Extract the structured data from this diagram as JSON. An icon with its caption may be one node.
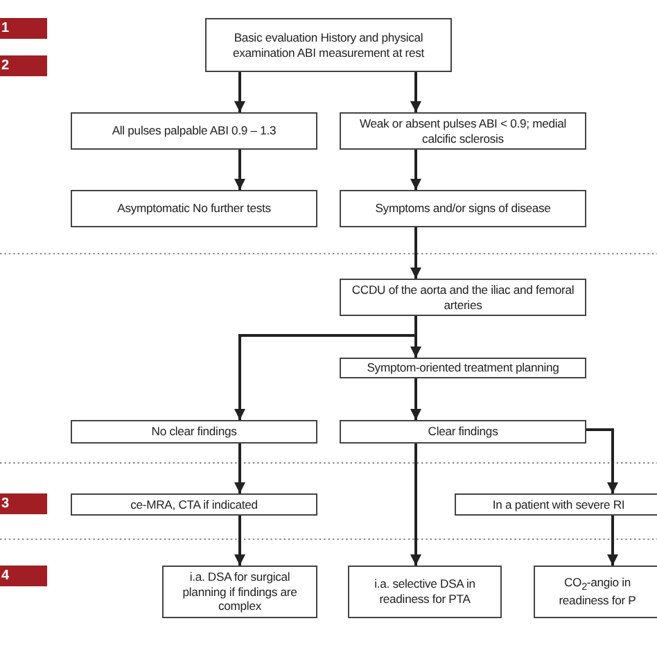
{
  "diagram": {
    "nodes": [
      {
        "text": [
          "Basic evaluation History and physical examination ABI measurement at rest"
        ]
      },
      {
        "text": [
          "All pulses palpable ABI 0.9 – 1.3"
        ]
      },
      {
        "text": [
          "Weak or absent pulses ABI < 0.9; medial calcific sclerosis"
        ]
      },
      {
        "text": [
          "Asymptomatic No further tests"
        ]
      },
      {
        "text": [
          "Symptoms and/or signs of disease"
        ]
      },
      {
        "text": [
          "CCDU of the aorta and the iliac and femoral arteries"
        ]
      },
      {
        "text": [
          "Symptom-oriented treatment planning"
        ]
      },
      {
        "text": [
          "No clear findings"
        ]
      },
      {
        "text": [
          "Clear findings"
        ]
      },
      {
        "text": [
          "ce-MRA, CTA if indicated"
        ]
      },
      {
        "text": [
          "In a patient with severe RI"
        ]
      },
      {
        "text": [
          "i.a. DSA for surgical planning if findings are complex"
        ]
      },
      {
        "text": [
          "i.a. selective DSA in readiness for PTA"
        ]
      },
      {
        "text": [
          "CO$_{2}$-angio in readiness for P"
        ]
      }
    ],
    "edges": [
      {
        "from": 0,
        "to": 1,
        "arrow": "to"
      },
      {
        "from": 0,
        "to": 2,
        "arrow": "to"
      },
      {
        "from": 1,
        "to": 3,
        "arrow": "to"
      },
      {
        "from": 2,
        "to": 4,
        "arrow": "to"
      },
      {
        "from": 4,
        "to": 5,
        "arrow": "to"
      },
      {
        "from": 5,
        "to": 6,
        "arrow": "to"
      },
      {
        "from": 5,
        "to": 7,
        "arrow": "to"
      },
      {
        "from": 6,
        "to": 8,
        "arrow": "to"
      },
      {
        "from": 7,
        "to": 9,
        "arrow": "to"
      },
      {
        "from": 8,
        "to": 12,
        "arrow": "to"
      },
      {
        "from": 8,
        "to": 10,
        "arrow": "to"
      },
      {
        "from": 9,
        "to": 11,
        "arrow": "to"
      },
      {
        "from": 10,
        "to": 13,
        "arrow": "to"
      }
    ],
    "labels": [
      "1",
      "2",
      "3",
      "4"
    ]
  }
}
